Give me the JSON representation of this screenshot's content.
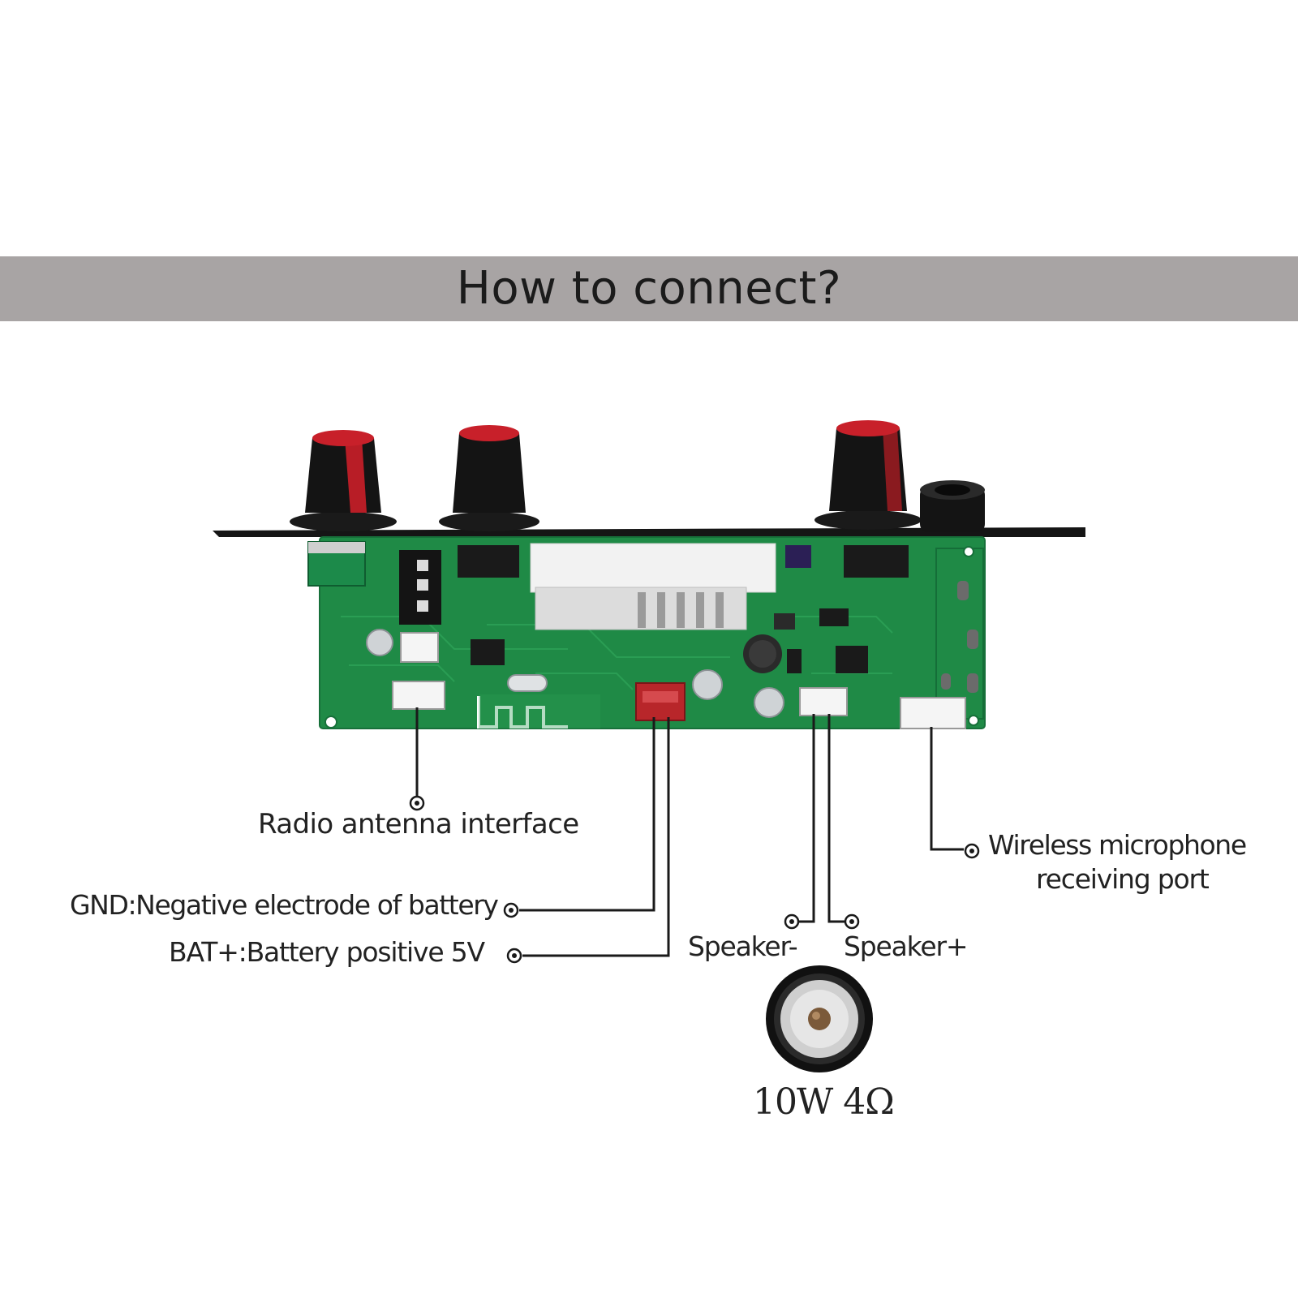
{
  "header": {
    "title": "How to connect?"
  },
  "labels": {
    "antenna": "Radio antenna interface",
    "gnd": "GND:Negative electrode of battery",
    "bat": "BAT+:Battery positive 5V",
    "speaker_neg": "Speaker-",
    "speaker_pos": "Speaker+",
    "mic_line1": "Wireless microphone",
    "mic_line2": "receiving port",
    "speaker_rating": "10W 4Ω"
  },
  "colors": {
    "banner": "#a8a4a4",
    "pcb": "#1f8a46",
    "knob": "#1a1a1a",
    "knob_cap": "#c8202a",
    "connector_red": "#b8262a",
    "wire": "#1a1a1a"
  }
}
